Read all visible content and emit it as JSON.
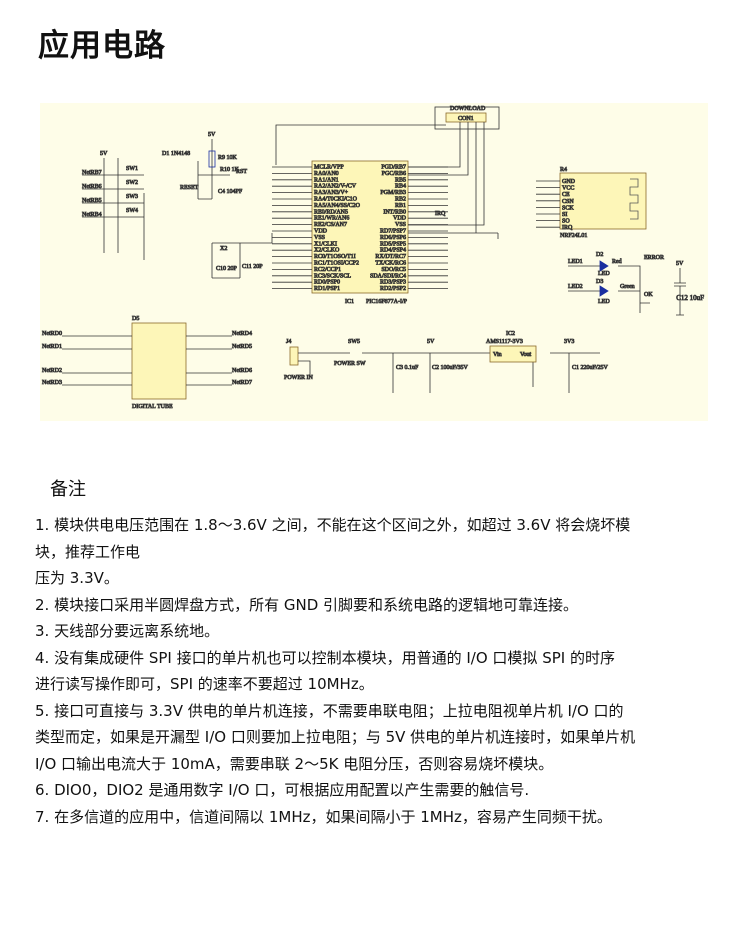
{
  "page_title": "应用电路",
  "schematic": {
    "ic1_name": "IC1",
    "ic1_part": "PIC16F877A-I/P",
    "ic1_left_pins": [
      "MCLR/VPP",
      "RA0/AN0",
      "RA1/AN1",
      "RA2/AN2/V-/CV",
      "RA3/AN3/V+",
      "RA4/T0CKI/C1O",
      "RA5/AN4/SS/C2O",
      "RE0/RD/AN5",
      "RE1/WR/AN6",
      "RE2/CS/AN7",
      "VDD",
      "VSS",
      "X1/CLKI",
      "X2/CLKO",
      "RC0/T1OSO/T1I",
      "RC1/T1OSI/CCP2",
      "RC2/CCP1",
      "RC3/SCK/SCL",
      "RD0/PSP0",
      "RD1/PSP1"
    ],
    "ic1_right_pins": [
      "PGD/RB7",
      "PGC/RB6",
      "RB5",
      "RB4",
      "PGM/RB3",
      "RB2",
      "RB1",
      "INT/RB0",
      "VDD",
      "VSS",
      "RD7/PSP7",
      "RD6/PSP6",
      "RD5/PSP5",
      "RD4/PSP4",
      "RX/DT/RC7",
      "TX/CK/RC6",
      "SDO/RC5",
      "SDA/SDI/RC4",
      "RD3/PSP3",
      "RD2/PSP2"
    ],
    "download_label": "DOWNLOAD",
    "con_label": "CON1",
    "rf_module": {
      "name": "R4",
      "part": "NRF24L01",
      "pins": [
        "GND",
        "VCC",
        "CE",
        "CSN",
        "SCK",
        "SI",
        "SO",
        "IRQ"
      ]
    },
    "led_red": {
      "name": "D2",
      "net": "LED1",
      "color": "Red",
      "status": "ERROR",
      "type": "LED"
    },
    "led_green": {
      "name": "D3",
      "net": "LED2",
      "color": "Green",
      "status": "OK",
      "type": "LED"
    },
    "c12": "C12 10uF",
    "reset": {
      "diode": "D1 1N4148",
      "r9": "R9 10K",
      "r10": "R10 1K",
      "net": "RST",
      "button": "RESET",
      "c4": "C4 104PF"
    },
    "crystal": {
      "x": "X2",
      "c10": "C10 20P",
      "c11": "C11 20P"
    },
    "switch_nets": [
      "NetRB7",
      "NetRB6",
      "NetRB5",
      "NetRB4"
    ],
    "switches": [
      "SW1",
      "SW2",
      "SW3",
      "SW4"
    ],
    "tube": {
      "name": "D5",
      "label": "DIGITAL TUBE",
      "left_nets": [
        "NetRD0",
        "NetRD1",
        "NetRD2",
        "NetRD3"
      ],
      "right_nets": [
        "NetRD4",
        "NetRD5",
        "NetRD6",
        "NetRD7"
      ]
    },
    "power": {
      "jack": "J4",
      "jack_label": "POWER IN",
      "switch": "SW5",
      "switch_label": "POWER SW",
      "c3": "C3 0.1uF",
      "c2": "C2 100uF/35V",
      "reg": "IC2",
      "reg_part": "AMS1117-3V3",
      "vin": "Vin",
      "vout": "Vout",
      "out": "3V3",
      "c1": "C1 220uF/25V"
    },
    "supply": "5V"
  },
  "notes_heading": "备注",
  "notes_lines": [
    "1.  模块供电电压范围在 1.8～3.6V 之间，不能在这个区间之外，如超过 3.6V 将会烧坏模",
    "块，推荐工作电",
    "压为 3.3V。",
    "2.  模块接口采用半圆焊盘方式，所有 GND 引脚要和系统电路的逻辑地可靠连接。",
    "3.  天线部分要远离系统地。",
    "4.  没有集成硬件 SPI 接口的单片机也可以控制本模块，用普通的 I/O 口模拟 SPI 的时序",
    "进行读写操作即可，SPI 的速率不要超过 10MHz。",
    "5.  接口可直接与 3.3V 供电的单片机连接，不需要串联电阻；上拉电阻视单片机 I/O 口的",
    "类型而定，如果是开漏型 I/O 口则要加上拉电阻；与 5V 供电的单片机连接时，如果单片机",
    "I/O 口输出电流大于 10mA，需要串联 2～5K 电阻分压，否则容易烧坏模块。",
    "6.  DIO0，DIO2 是通用数字 I/O 口，可根据应用配置以产生需要的触信号.",
    "7.  在多信道的应用中，信道间隔以 1MHz，如果间隔小于 1MHz，容易产生同频干扰。"
  ]
}
